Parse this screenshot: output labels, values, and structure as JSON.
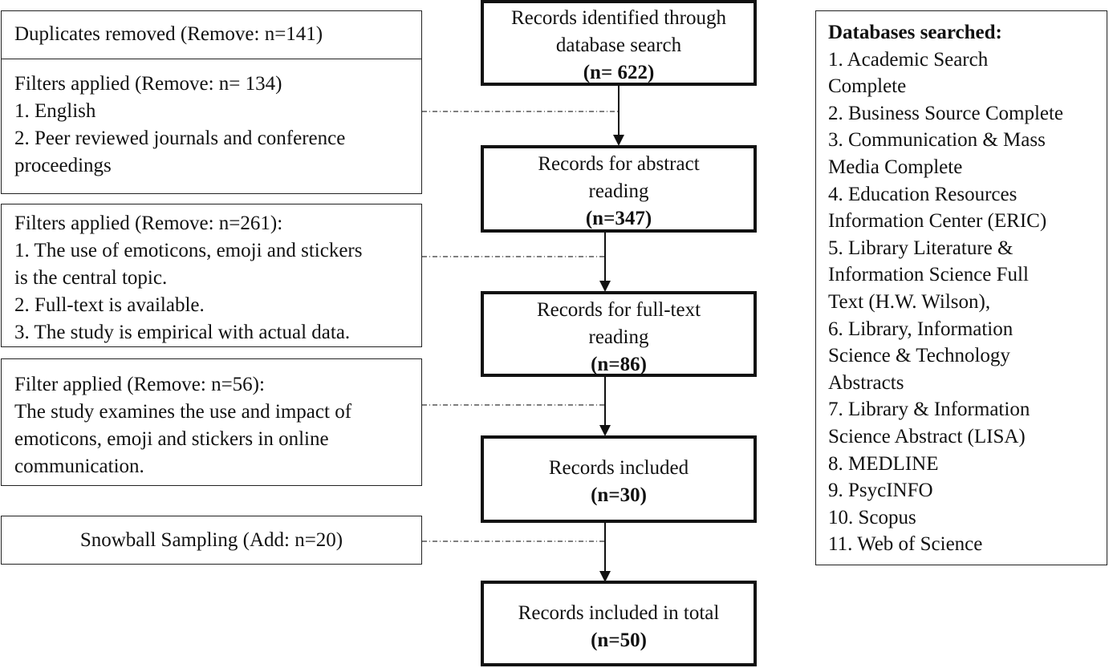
{
  "main_flow": [
    {
      "line1": "Records identified through",
      "line2": "database search",
      "count": "(n= 622)"
    },
    {
      "line1": "Records for abstract",
      "line2": "reading",
      "count": "(n=347)"
    },
    {
      "line1": "Records for full-text",
      "line2": "reading",
      "count": "(n=86)"
    },
    {
      "line1": "Records included",
      "count": "(n=30)"
    },
    {
      "line1": "Records included in total",
      "count": "(n=50)"
    }
  ],
  "side_boxes": {
    "duplicates": "Duplicates removed (Remove: n=141)",
    "filters1": {
      "title": "Filters applied (Remove: n= 134)",
      "lines": [
        "1. English",
        "2. Peer reviewed journals and conference",
        "proceedings"
      ]
    },
    "filters2": {
      "title": "Filters applied (Remove: n=261):",
      "lines": [
        "1. The use of emoticons, emoji and stickers",
        "is the central topic.",
        "2. Full-text is available.",
        "3. The study is empirical with actual data."
      ]
    },
    "filter3": {
      "title": "Filter applied (Remove: n=56):",
      "lines": [
        "The study examines the use and impact of",
        "emoticons, emoji and stickers in online",
        "communication."
      ]
    },
    "snowball": "Snowball Sampling (Add: n=20)"
  },
  "databases": {
    "title": "Databases searched:",
    "lines": [
      "1. Academic Search",
      "Complete",
      "2. Business Source Complete",
      "3. Communication & Mass",
      "Media Complete",
      "4. Education Resources",
      "Information Center (ERIC)",
      "5. Library Literature &",
      "Information Science Full",
      "Text (H.W. Wilson),",
      "6. Library, Information",
      "Science & Technology",
      "Abstracts",
      "7. Library & Information",
      "Science Abstract (LISA)",
      "8. MEDLINE",
      "9. PsycINFO",
      "10. Scopus",
      "11. Web of Science"
    ]
  }
}
